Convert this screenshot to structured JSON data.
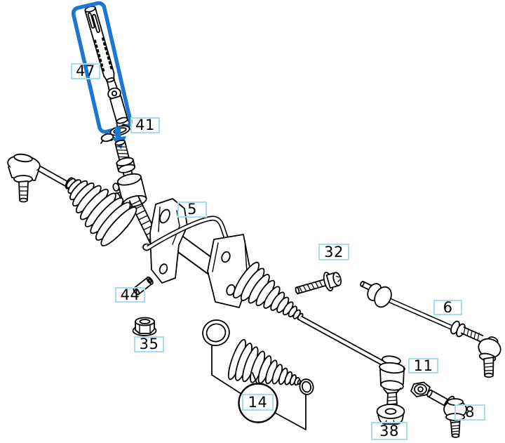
{
  "diagram": {
    "type": "exploded-parts-diagram",
    "background_color": "#ffffff",
    "line_color": "#000000",
    "highlight": {
      "color": "#1c77d2",
      "target_callout": "47",
      "shape": "rounded-rectangle-with-arrow"
    },
    "callout_style": {
      "border_color": "#a8dcee",
      "text_color": "#000000"
    },
    "callouts": [
      {
        "label": "47",
        "highlighted": true,
        "shape": "box"
      },
      {
        "label": "41",
        "highlighted": false,
        "shape": "box"
      },
      {
        "label": "5",
        "highlighted": false,
        "shape": "box"
      },
      {
        "label": "32",
        "highlighted": false,
        "shape": "box"
      },
      {
        "label": "44",
        "highlighted": false,
        "shape": "box"
      },
      {
        "label": "35",
        "highlighted": false,
        "shape": "box"
      },
      {
        "label": "14",
        "highlighted": false,
        "shape": "box-in-circle"
      },
      {
        "label": "38",
        "highlighted": false,
        "shape": "box"
      },
      {
        "label": "11",
        "highlighted": false,
        "shape": "box"
      },
      {
        "label": "6",
        "highlighted": false,
        "shape": "box"
      },
      {
        "label": "8",
        "highlighted": false,
        "shape": "box"
      }
    ]
  }
}
